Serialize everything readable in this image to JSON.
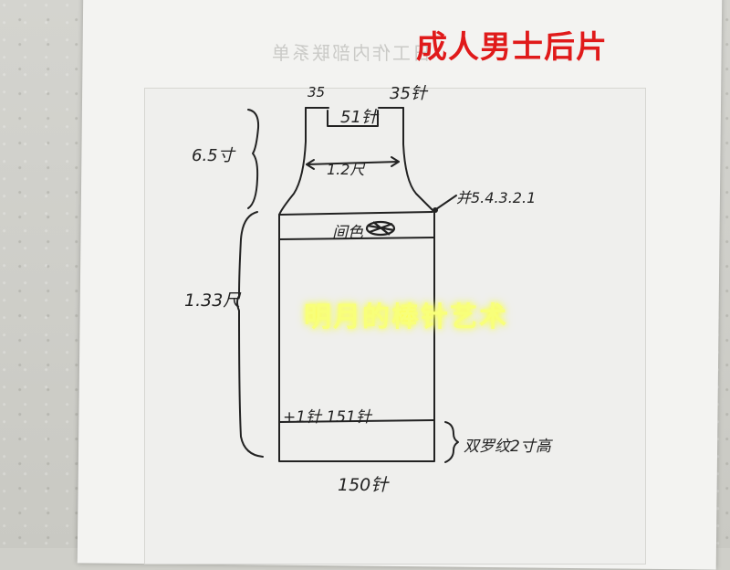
{
  "title": "成人男士后片",
  "faded_header": "日工作内部联系单",
  "watermark": "明月的棒针艺术",
  "labels": {
    "left_stitches": "35",
    "right_stitches": "35针",
    "neck_stitches": "51针",
    "armhole_width": "1.2尺",
    "armhole_height": "6.5寸",
    "body_length": "1.33尺",
    "decrease_sequence": "并5.4.3.2.1",
    "contrast_band": "间色",
    "increase_row": "+1针 151针",
    "rib_note": "双罗纹2寸高",
    "cast_on": "150针"
  },
  "colors": {
    "title": "#e01a1a",
    "ink": "#222222",
    "watermark": "#f8ff7a"
  }
}
